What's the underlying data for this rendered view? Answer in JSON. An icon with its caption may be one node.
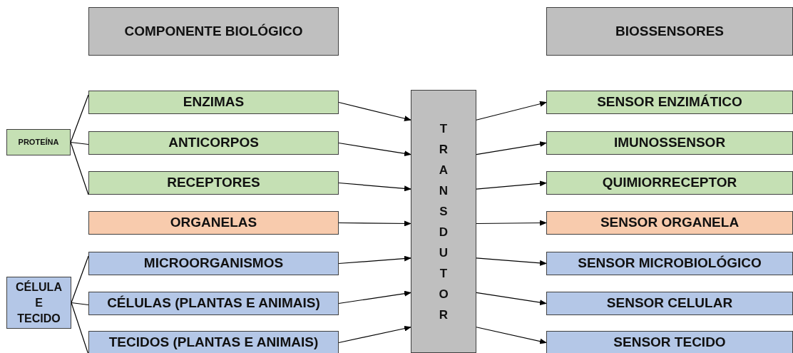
{
  "diagram": {
    "nodes": [
      {
        "text": [
          "COMPONENTE BIOLÓGICO"
        ]
      },
      {
        "text": [
          "BIOSSENSORES"
        ]
      },
      {
        "text": [
          "PROTEÍNA"
        ]
      },
      {
        "text": [
          "CÉLULA E TECIDO"
        ]
      },
      {
        "text": [
          "ENZIMAS"
        ]
      },
      {
        "text": [
          "ANTICORPOS"
        ]
      },
      {
        "text": [
          "RECEPTORES"
        ]
      },
      {
        "text": [
          "ORGANELAS"
        ]
      },
      {
        "text": [
          "MICROORGANISMOS"
        ]
      },
      {
        "text": [
          "CÉLULAS (PLANTAS E ANIMAIS)"
        ]
      },
      {
        "text": [
          "TECIDOS (PLANTAS E ANIMAIS)"
        ]
      },
      {
        "text": [
          "TRANSDUTOR"
        ]
      },
      {
        "text": [
          "SENSOR ENZIMÁTICO"
        ]
      },
      {
        "text": [
          "IMUNOSSENSOR"
        ]
      },
      {
        "text": [
          "QUIMIORRECEPTOR"
        ]
      },
      {
        "text": [
          "SENSOR ORGANELA"
        ]
      },
      {
        "text": [
          "SENSOR MICROBIOLÓGICO"
        ]
      },
      {
        "text": [
          "SENSOR CELULAR"
        ]
      },
      {
        "text": [
          "SENSOR TECIDO"
        ]
      }
    ],
    "edges": [
      {
        "from": 2,
        "to": 4,
        "arrow": "none"
      },
      {
        "from": 2,
        "to": 5,
        "arrow": "none"
      },
      {
        "from": 2,
        "to": 6,
        "arrow": "none"
      },
      {
        "from": 3,
        "to": 8,
        "arrow": "none"
      },
      {
        "from": 3,
        "to": 9,
        "arrow": "none"
      },
      {
        "from": 3,
        "to": 10,
        "arrow": "none"
      },
      {
        "from": 4,
        "to": 11,
        "arrow": "to"
      },
      {
        "from": 5,
        "to": 11,
        "arrow": "to"
      },
      {
        "from": 6,
        "to": 11,
        "arrow": "to"
      },
      {
        "from": 7,
        "to": 11,
        "arrow": "to"
      },
      {
        "from": 8,
        "to": 11,
        "arrow": "to"
      },
      {
        "from": 9,
        "to": 11,
        "arrow": "to"
      },
      {
        "from": 10,
        "to": 11,
        "arrow": "to"
      },
      {
        "from": 11,
        "to": 12,
        "arrow": "to"
      },
      {
        "from": 11,
        "to": 13,
        "arrow": "to"
      },
      {
        "from": 11,
        "to": 14,
        "arrow": "to"
      },
      {
        "from": 11,
        "to": 15,
        "arrow": "to"
      },
      {
        "from": 11,
        "to": 16,
        "arrow": "to"
      },
      {
        "from": 11,
        "to": 17,
        "arrow": "to"
      },
      {
        "from": 11,
        "to": 18,
        "arrow": "to"
      }
    ]
  }
}
